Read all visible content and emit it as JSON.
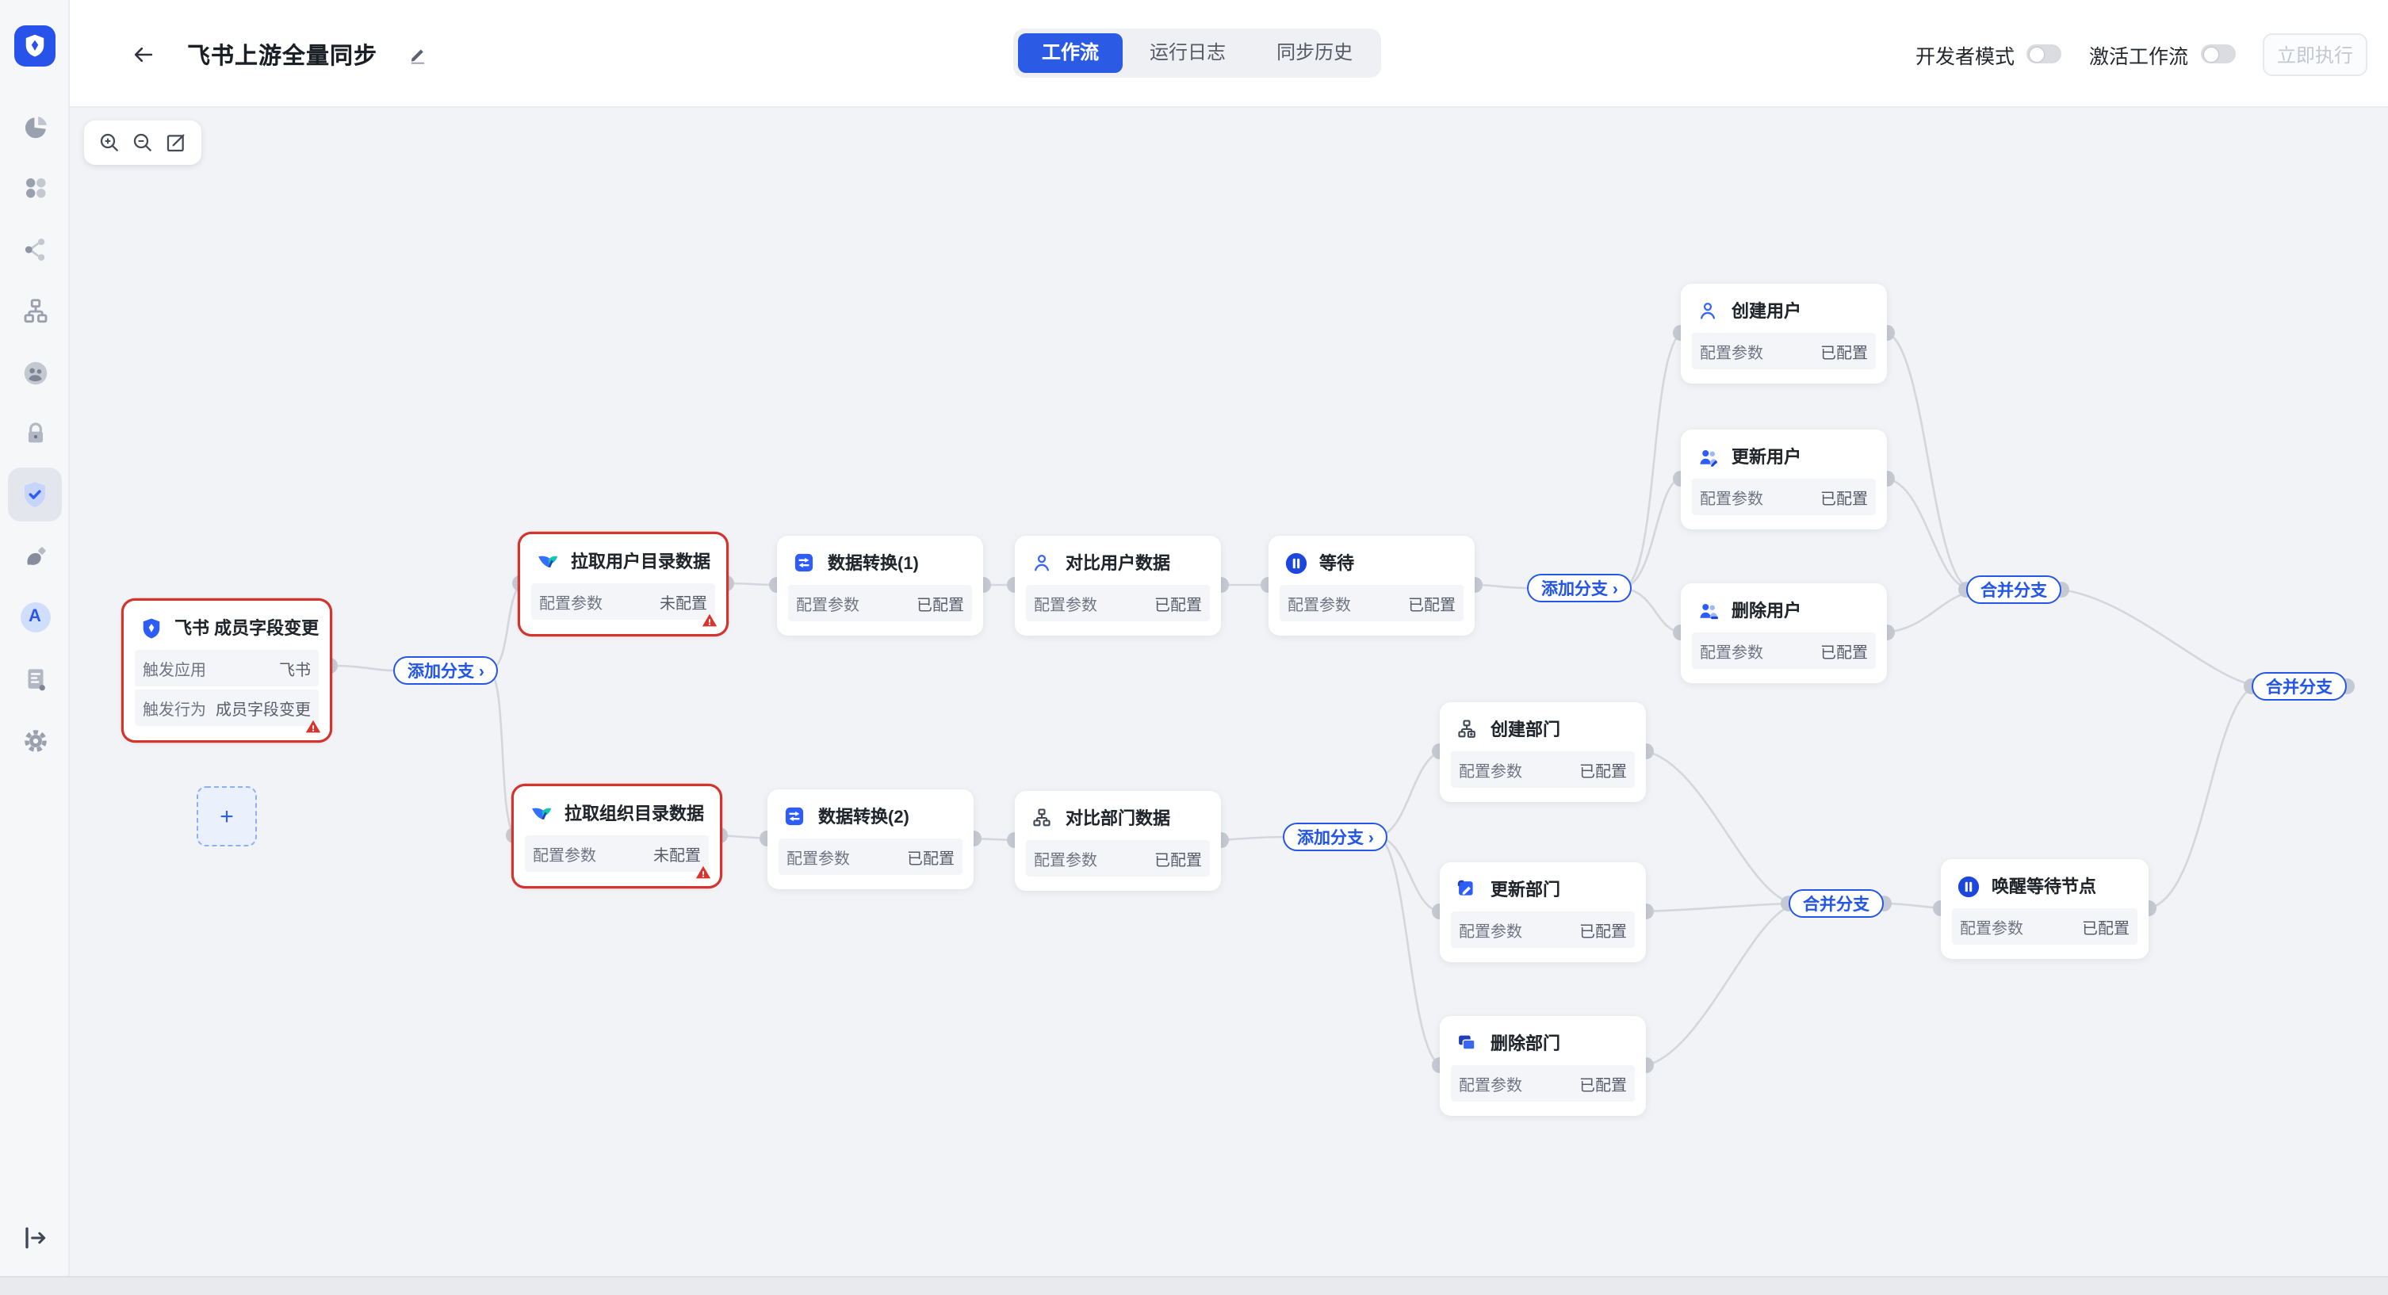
{
  "header": {
    "title": "飞书上游全量同步",
    "tabs": [
      {
        "label": "工作流",
        "active": true
      },
      {
        "label": "运行日志",
        "active": false
      },
      {
        "label": "同步历史",
        "active": false
      }
    ],
    "developer_mode_label": "开发者模式",
    "activate_workflow_label": "激活工作流",
    "run_button_label": "立即执行"
  },
  "sidebar": {
    "icons": [
      "shield-logo",
      "pie-chart",
      "apps-grid",
      "share",
      "org-tree",
      "user-group",
      "lock",
      "shield-check",
      "brush",
      "letter-a",
      "log-file",
      "gear",
      "collapse"
    ]
  },
  "canvas": {
    "toolbar_icons": [
      "zoom-in",
      "zoom-out",
      "edit-canvas"
    ],
    "pills": {
      "add": "添加分支 ›",
      "merge": "合并分支"
    },
    "plus": "+",
    "nodes": [
      {
        "title": "飞书 成员字段变更",
        "status": "error",
        "rows": [
          {
            "label": "触发应用",
            "value": "飞书"
          },
          {
            "label": "触发行为",
            "value": "成员字段变更"
          }
        ]
      },
      {
        "title": "拉取用户目录数据",
        "status": "error",
        "rows": [
          {
            "label": "配置参数",
            "value": "未配置"
          }
        ]
      },
      {
        "title": "数据转换(1)",
        "status": "ok",
        "rows": [
          {
            "label": "配置参数",
            "value": "已配置"
          }
        ]
      },
      {
        "title": "对比用户数据",
        "status": "ok",
        "rows": [
          {
            "label": "配置参数",
            "value": "已配置"
          }
        ]
      },
      {
        "title": "等待",
        "status": "ok",
        "rows": [
          {
            "label": "配置参数",
            "value": "已配置"
          }
        ]
      },
      {
        "title": "创建用户",
        "status": "ok",
        "rows": [
          {
            "label": "配置参数",
            "value": "已配置"
          }
        ]
      },
      {
        "title": "更新用户",
        "status": "ok",
        "rows": [
          {
            "label": "配置参数",
            "value": "已配置"
          }
        ]
      },
      {
        "title": "删除用户",
        "status": "ok",
        "rows": [
          {
            "label": "配置参数",
            "value": "已配置"
          }
        ]
      },
      {
        "title": "拉取组织目录数据",
        "status": "error",
        "rows": [
          {
            "label": "配置参数",
            "value": "未配置"
          }
        ]
      },
      {
        "title": "数据转换(2)",
        "status": "ok",
        "rows": [
          {
            "label": "配置参数",
            "value": "已配置"
          }
        ]
      },
      {
        "title": "对比部门数据",
        "status": "ok",
        "rows": [
          {
            "label": "配置参数",
            "value": "已配置"
          }
        ]
      },
      {
        "title": "创建部门",
        "status": "ok",
        "rows": [
          {
            "label": "配置参数",
            "value": "已配置"
          }
        ]
      },
      {
        "title": "更新部门",
        "status": "ok",
        "rows": [
          {
            "label": "配置参数",
            "value": "已配置"
          }
        ]
      },
      {
        "title": "删除部门",
        "status": "ok",
        "rows": [
          {
            "label": "配置参数",
            "value": "已配置"
          }
        ]
      },
      {
        "title": "唤醒等待节点",
        "status": "ok",
        "rows": [
          {
            "label": "配置参数",
            "value": "已配置"
          }
        ]
      }
    ]
  },
  "colors": {
    "accent": "#2b5be4",
    "error": "#d2342e",
    "canvas_bg": "#f1f3f6"
  }
}
